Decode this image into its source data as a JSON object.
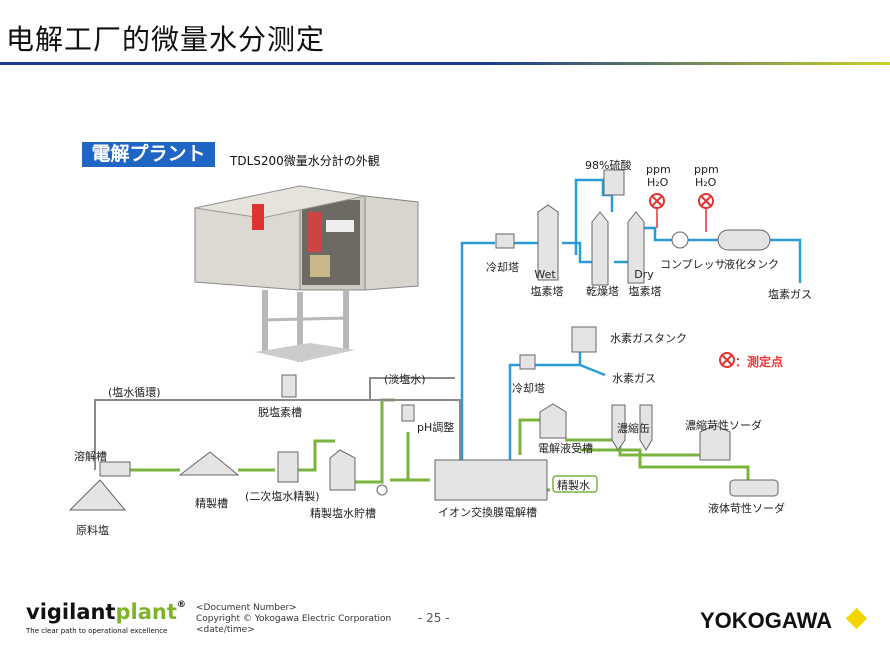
{
  "slide": {
    "title": "电解工厂的微量水分测定",
    "tag": "電解プラント",
    "caption": "TDLS200微量水分計の外観",
    "legend": "：測定点"
  },
  "labels": {
    "acid": "98%硫酸",
    "ppm1_a": "ppm",
    "ppm1_b": "H₂O",
    "ppm2_a": "ppm",
    "ppm2_b": "H₂O",
    "cooling_tower_top": "冷却塔",
    "wet_a": "Wet",
    "wet_b": "塩素塔",
    "drying_tower": "乾燥塔",
    "dry_a": "Dry",
    "dry_b": "塩素塔",
    "compressor": "コンプレッサ",
    "liquefaction_tank": "液化タンク",
    "chlorine_gas": "塩素ガス",
    "hydrogen_tank": "水素ガスタンク",
    "hydrogen_gas": "水素ガス",
    "cooling_tower_mid": "冷却塔",
    "brine_circulation": "(塩水循環)",
    "dechlorination": "脱塩素槽",
    "dilute_brine": "(淡塩水)",
    "ph_adjust": "pH調整",
    "dissolving_tank": "溶解槽",
    "raw_salt": "原料塩",
    "refining_tank": "精製槽",
    "secondary_refine": "(二次塩水精製)",
    "refined_brine_tank": "精製塩水貯槽",
    "electrolyzer": "イオン交換膜電解槽",
    "purified_water": "精製水",
    "electrolyte_tank": "電解液受槽",
    "concentrator": "濃縮缶",
    "concentrated_soda": "濃縮苛性ソーダ",
    "liquid_soda": "液体苛性ソーダ"
  },
  "footer": {
    "logo_a": "vigilant",
    "logo_b": "plant",
    "logo_mark": "®",
    "tagline": "The clear path to operational excellence",
    "doc_number": "<Document  Number>",
    "copyright": "Copyright © Yokogawa Electric Corporation",
    "date": "<date/time>",
    "page": "- 25 -",
    "brand": "YOKOGAWA"
  },
  "colors": {
    "gas_line": "#2b9bd8",
    "liquid_line": "#7ab33d",
    "brine_line": "#8a8a8a",
    "measure_point": "#e33333",
    "tag_bg": "#1f66c4",
    "brand_accent": "#f2d600"
  }
}
